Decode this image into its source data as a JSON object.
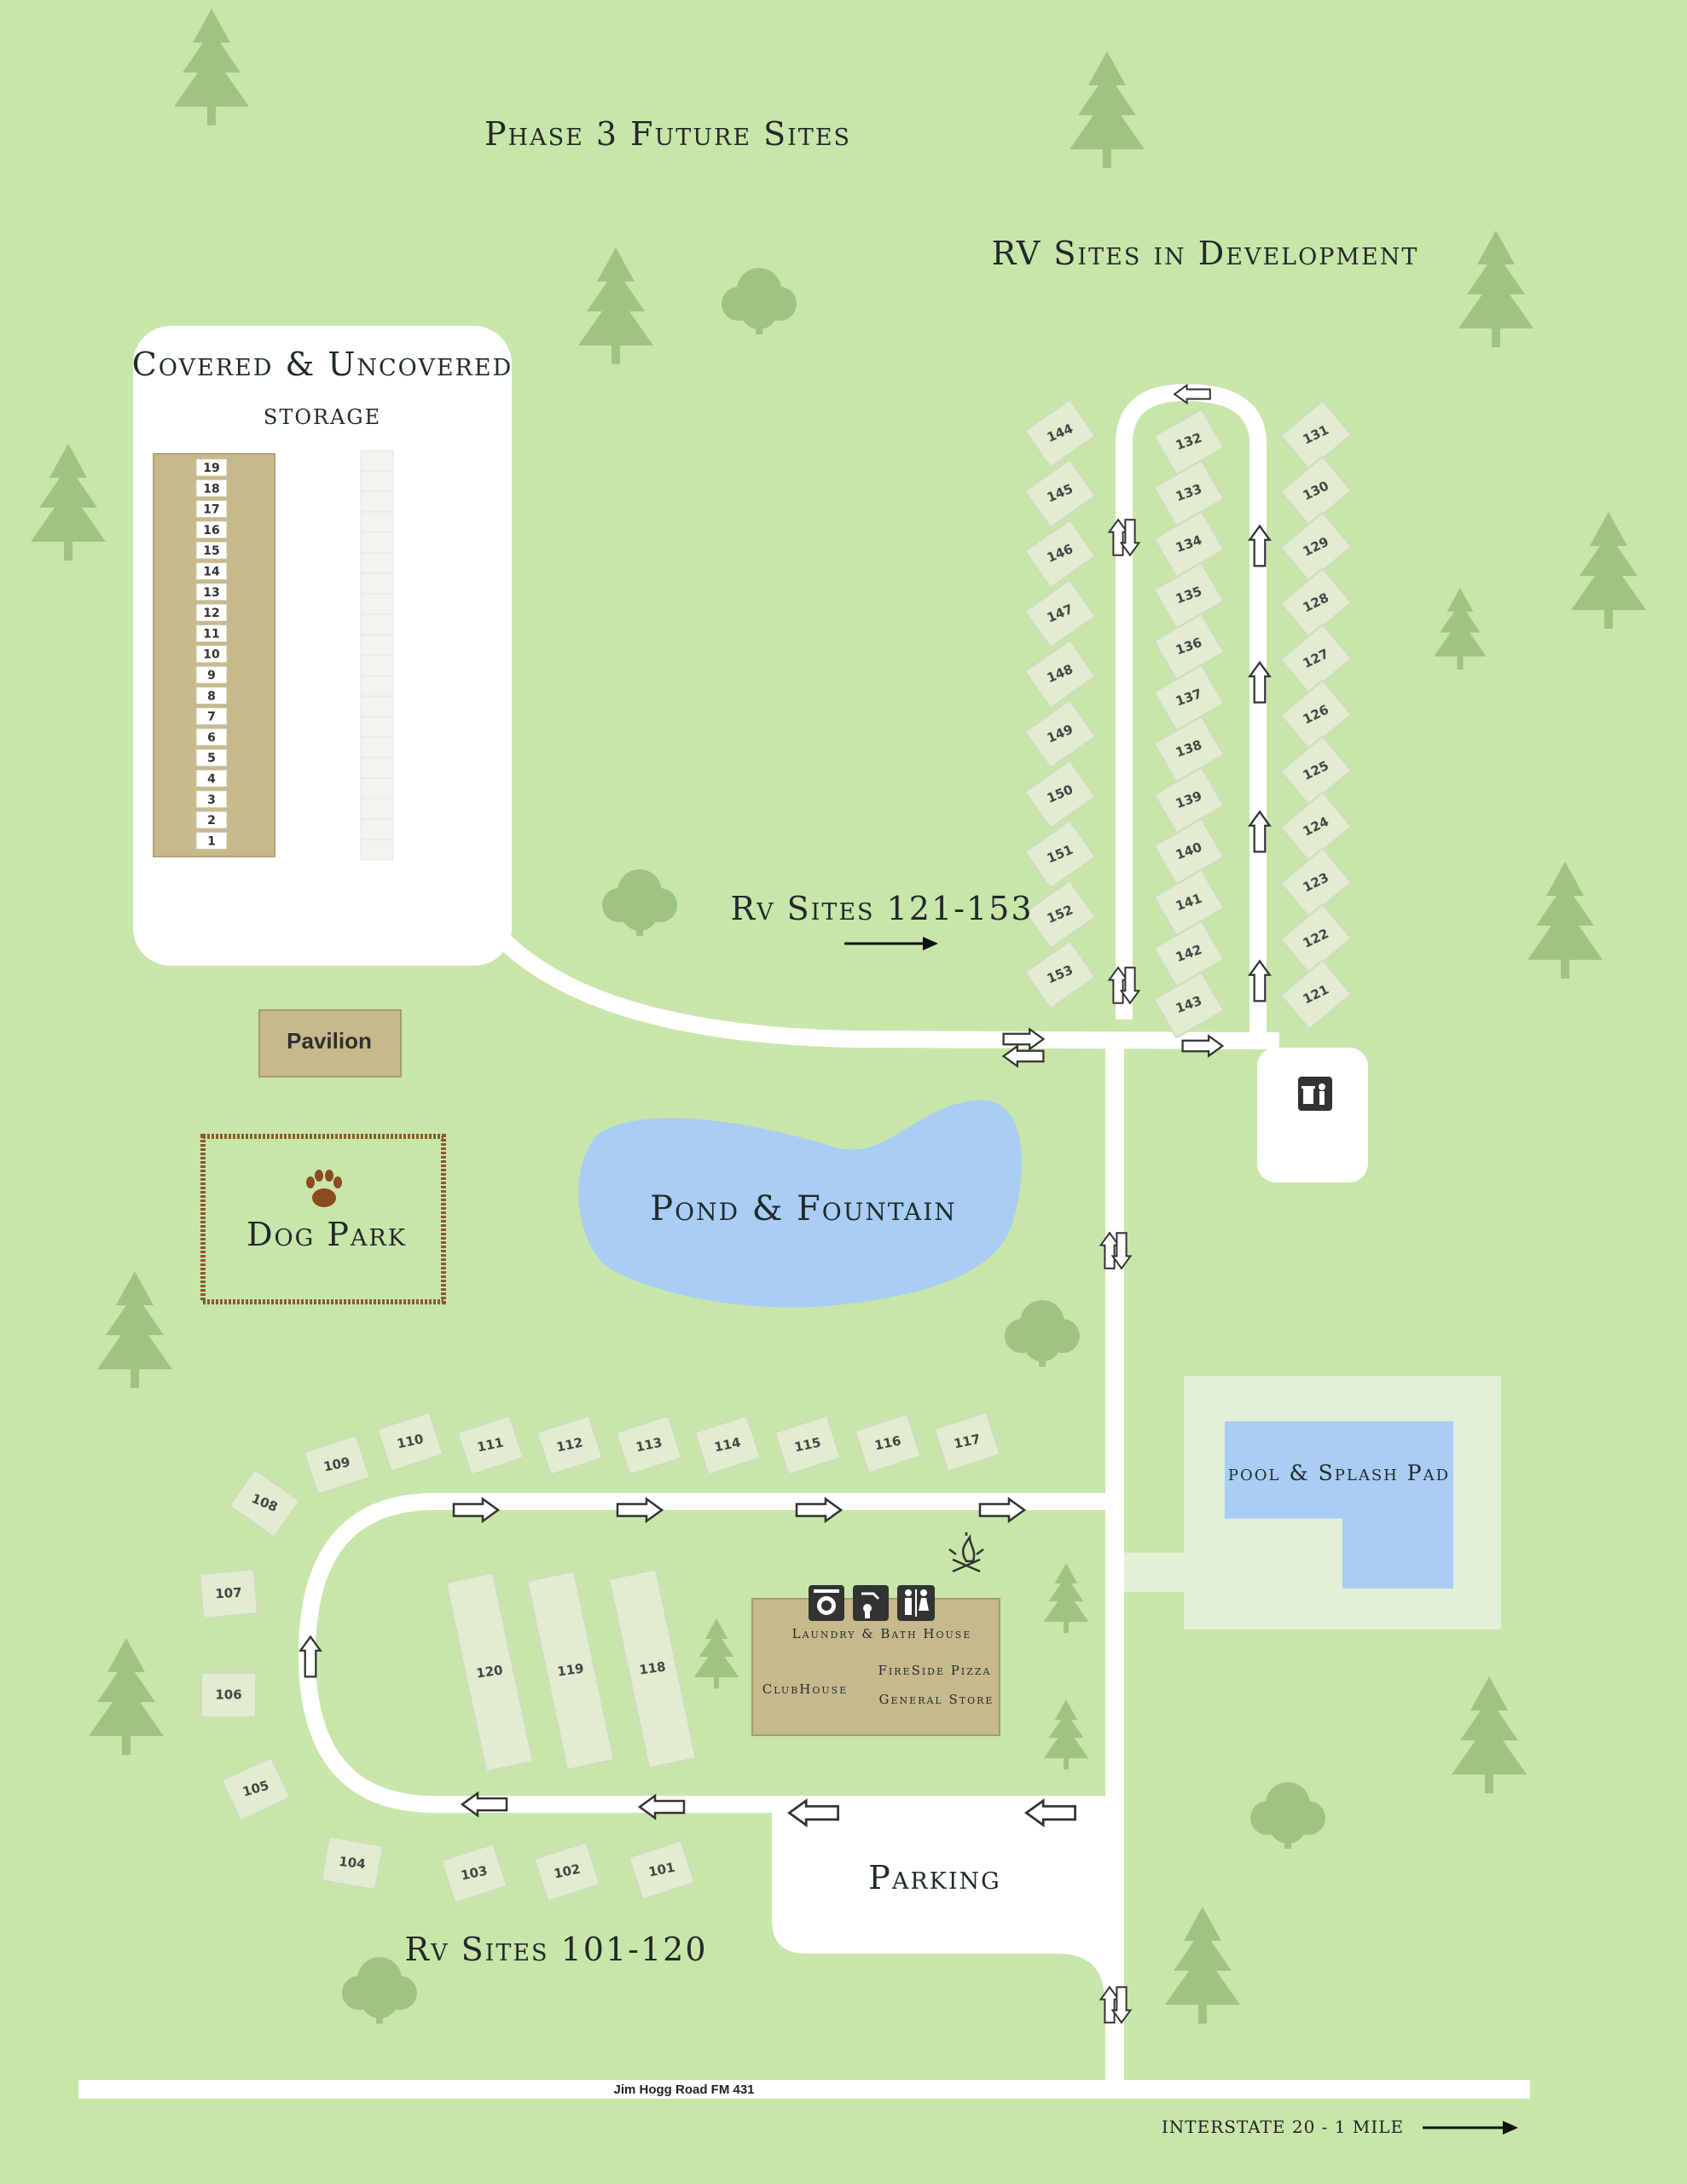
{
  "labels": {
    "phase3": "Phase 3 Future Sites",
    "rv_dev": "RV Sites in Development",
    "storage_line1": "Covered & Uncovered",
    "storage_line2": "storage",
    "rv_121_153": "Rv Sites 121-153",
    "pavilion": "Pavilion",
    "dog_park": "Dog Park",
    "pond": "Pond & Fountain",
    "pool": "pool & Splash Pad",
    "laundry": "Laundry & Bath House",
    "fireside": "FireSide Pizza",
    "general_store": "General Store",
    "clubhouse": "ClubHouse",
    "parking": "Parking",
    "rv_101_120": "Rv Sites 101-120",
    "road": "Jim Hogg Road FM 431",
    "interstate": "INTERSTATE 20 - 1 MILE"
  },
  "storage_units": [
    "19",
    "18",
    "17",
    "16",
    "15",
    "14",
    "13",
    "12",
    "11",
    "10",
    "9",
    "8",
    "7",
    "6",
    "5",
    "4",
    "3",
    "2",
    "1"
  ],
  "sites": {
    "left_col": [
      "144",
      "145",
      "146",
      "147",
      "148",
      "149",
      "150",
      "151",
      "152",
      "153"
    ],
    "mid_col": [
      "132",
      "133",
      "134",
      "135",
      "136",
      "137",
      "138",
      "139",
      "140",
      "141",
      "142",
      "143"
    ],
    "right_col": [
      "131",
      "130",
      "129",
      "128",
      "127",
      "126",
      "125",
      "124",
      "123",
      "122",
      "121"
    ],
    "top_row": [
      "108",
      "109",
      "110",
      "111",
      "112",
      "113",
      "114",
      "115",
      "116",
      "117"
    ],
    "left_arc": [
      "107",
      "106",
      "105",
      "104"
    ],
    "bottom_row": [
      "103",
      "102",
      "101"
    ],
    "long_sites": [
      "120",
      "119",
      "118"
    ]
  },
  "icons": [
    "trash-icon",
    "washer-icon",
    "shower-icon",
    "restroom-icon",
    "campfire-icon",
    "paw-icon",
    "tree-icon",
    "arrow-icon"
  ],
  "colors": {
    "grass": "#c8e6a9",
    "road": "#ffffff",
    "pond": "#a9cdf4",
    "building": "#c8b98c",
    "tree": "#9fc481",
    "site": "#e1ecd0"
  }
}
